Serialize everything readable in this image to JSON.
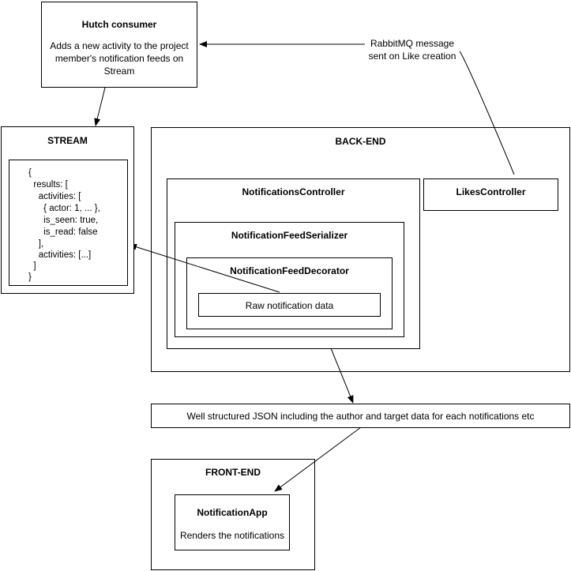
{
  "hutch": {
    "title": "Hutch consumer",
    "description_lines": [
      "Adds a new activity to the project",
      "member's notification feeds on",
      "Stream"
    ]
  },
  "rabbit_label": [
    "RabbitMQ message",
    "sent on Like creation"
  ],
  "stream": {
    "title": "STREAM",
    "json_lines": [
      "{",
      "  results: [",
      "    activities: [",
      "      { actor: 1, ... },",
      "      is_seen: true,",
      "      is_read: false",
      "    ],",
      "    activities: [...]",
      "  ]",
      "}"
    ]
  },
  "backend": {
    "title": "BACK-END",
    "notifications_controller": "NotificationsController",
    "likes_controller": "LikesController",
    "serializer": "NotificationFeedSerializer",
    "decorator": "NotificationFeedDecorator",
    "raw_data": "Raw notification data"
  },
  "json_output": "Well structured JSON including the author and target data for each notifications etc",
  "frontend": {
    "title": "FRONT-END",
    "app_title": "NotificationApp",
    "app_description": "Renders the notifications"
  }
}
